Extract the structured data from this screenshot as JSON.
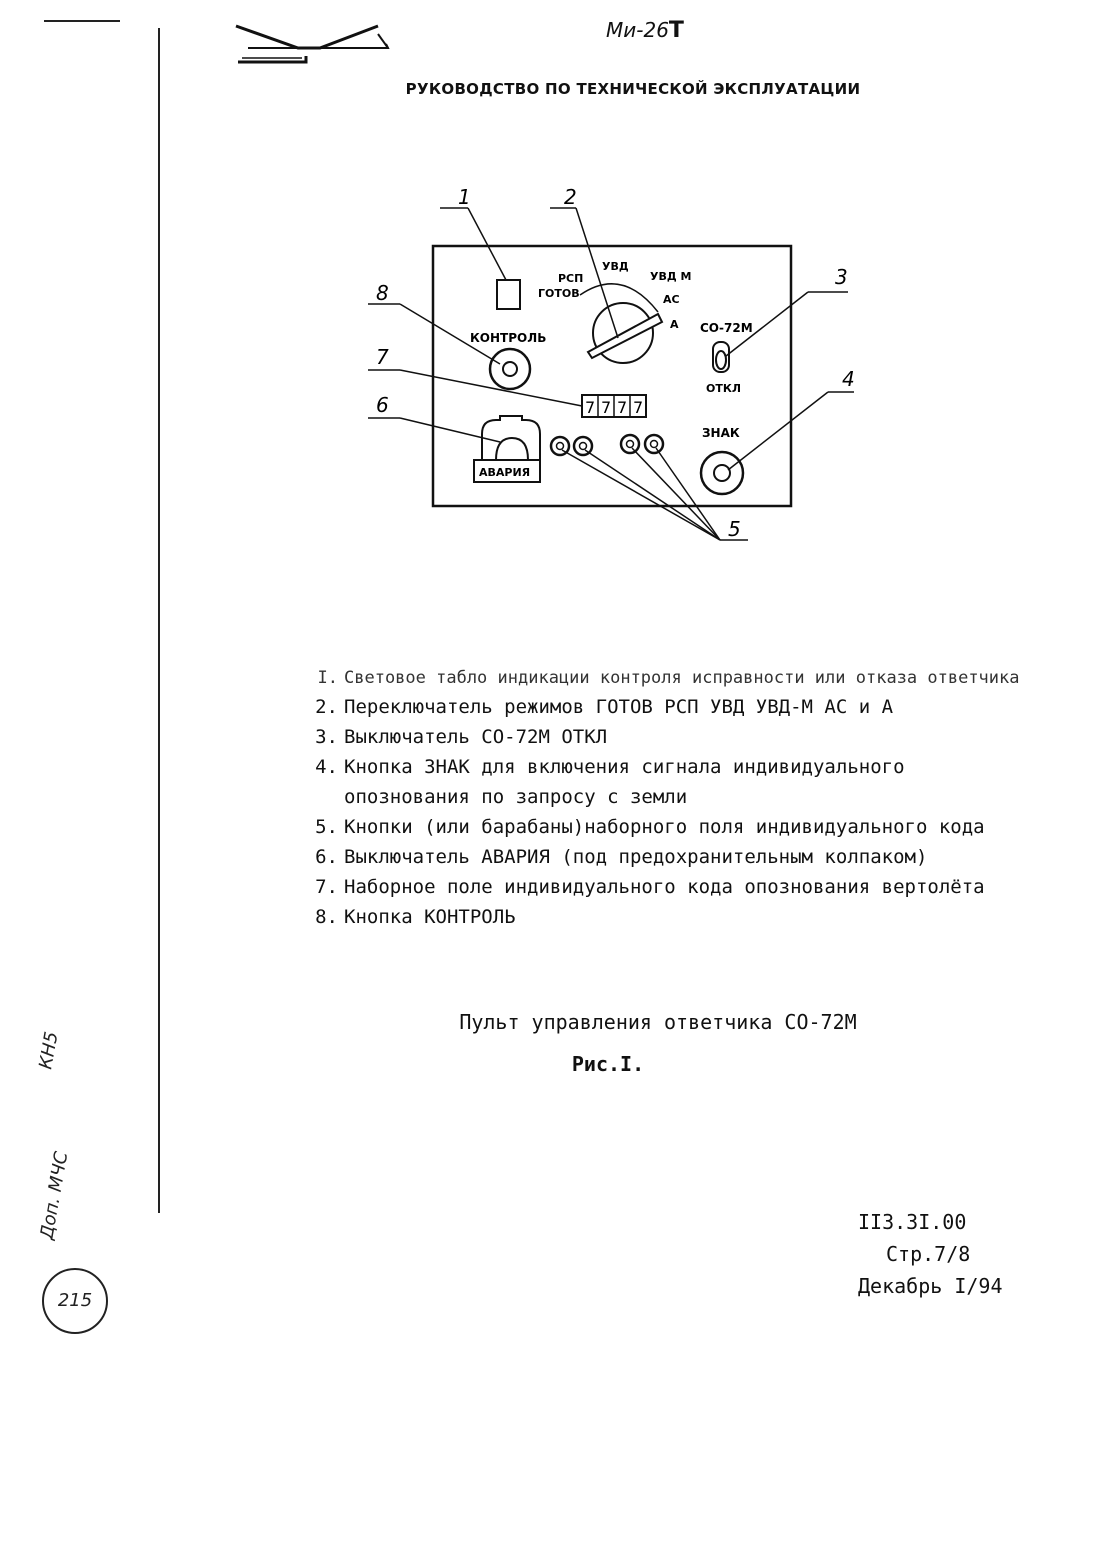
{
  "header": {
    "model": "Ми-26",
    "model_suffix": "Т",
    "document_title": "РУКОВОДСТВО ПО ТЕХНИЧЕСКОЙ ЭКСПЛУАТАЦИИ"
  },
  "diagram": {
    "callouts": [
      "1",
      "2",
      "3",
      "4",
      "5",
      "6",
      "7",
      "8"
    ],
    "labels": {
      "rsp": "РСП",
      "uvd": "УВД",
      "uvdm": "УВД М",
      "gotov": "ГОТОВ",
      "as": "АС",
      "a": "А",
      "kontrol": "КОНТРОЛЬ",
      "so72m": "СО-72М",
      "otkl": "ОТКЛ",
      "znak": "ЗНАК",
      "avariya": "АВАРИЯ",
      "code": [
        "7",
        "7",
        "7",
        "7"
      ]
    }
  },
  "legend": [
    {
      "num": "I.",
      "text": "Световое табло индикации контроля исправности или отказа ответчика"
    },
    {
      "num": "2.",
      "text": "Переключатель режимов ГОТОВ РСП УВД УВД-М АС и А"
    },
    {
      "num": "3.",
      "text": "Выключатель СО-72М ОТКЛ"
    },
    {
      "num": "4.",
      "text": "Кнопка ЗНАК  для включения сигнала индивидуального"
    },
    {
      "num": "",
      "text": "опознования по запросу с земли"
    },
    {
      "num": "5.",
      "text": "Кнопки (или барабаны)наборного поля индивидуального кода"
    },
    {
      "num": "6.",
      "text": "Выключатель АВАРИЯ (под предохранительным колпаком)"
    },
    {
      "num": "7.",
      "text": "Наборное поле индивидуального кода опознования вертолёта"
    },
    {
      "num": "8.",
      "text": "Кнопка КОНТРОЛЬ"
    }
  ],
  "caption": "Пульт управления ответчика СО-72М",
  "figure_label": "Рис.I.",
  "footer": {
    "doc_code": "II3.3I.00",
    "page": "Стр.7/8",
    "date": "Декабрь I/94"
  },
  "handwritten": {
    "mark1": "КН5",
    "mark2": "Доп. МЧС",
    "stamp": "215"
  }
}
